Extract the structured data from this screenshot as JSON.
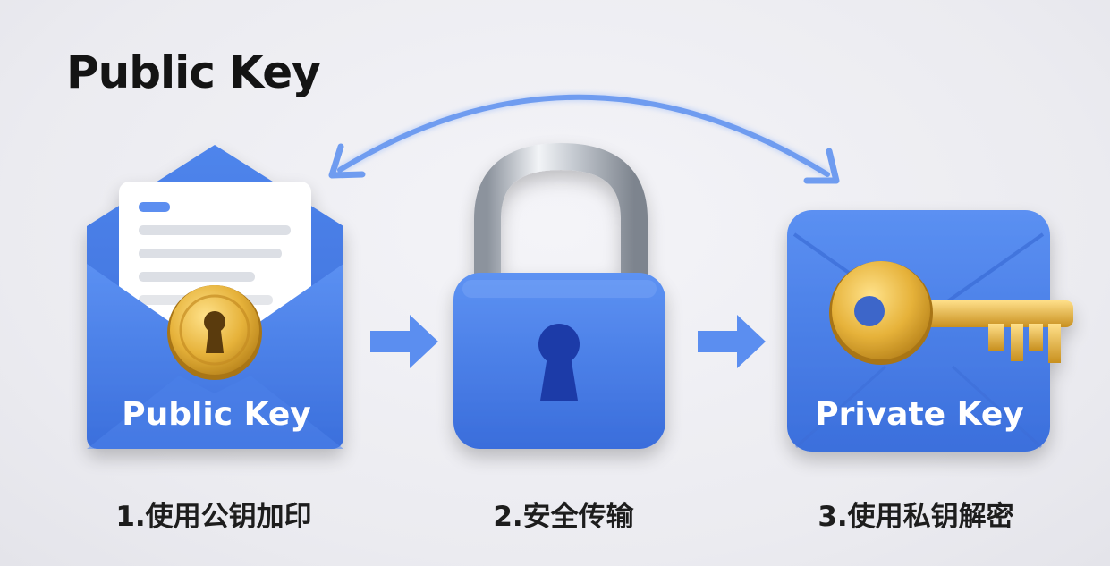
{
  "title": "Public Key",
  "envelope_left": {
    "label": "Public Key",
    "icon": "envelope-with-gold-keyhole-seal"
  },
  "padlock": {
    "icon": "padlock-icon"
  },
  "envelope_right": {
    "label": "Private Key",
    "icon": "envelope-with-gold-key"
  },
  "steps": [
    {
      "label": "1.使用公钥加印"
    },
    {
      "label": "2.安全传输"
    },
    {
      "label": "3.使用私钥解密"
    }
  ],
  "colors": {
    "blue": "#4a7fe6",
    "blue_dark": "#3566d3",
    "gold": "#e6b23a",
    "arrow": "#6f9cf0"
  }
}
